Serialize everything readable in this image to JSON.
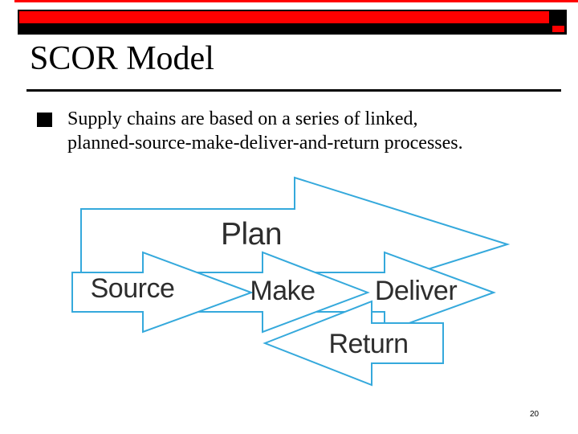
{
  "slide": {
    "title": "SCOR Model",
    "bullet": {
      "lines": [
        "Supply chains are based on a series of linked,",
        "planned-source-make-deliver-and-return processes."
      ]
    },
    "page_number": "20"
  },
  "diagram": {
    "plan_label": "Plan",
    "source_label": "Source",
    "make_label": "Make",
    "deliver_label": "Deliver",
    "return_label": "Return",
    "arrow_outline_color": "#35A9DC",
    "label_color": "#2D2D2D"
  },
  "theme": {
    "accent_red": "#FF0000",
    "bar_black": "#000000"
  }
}
